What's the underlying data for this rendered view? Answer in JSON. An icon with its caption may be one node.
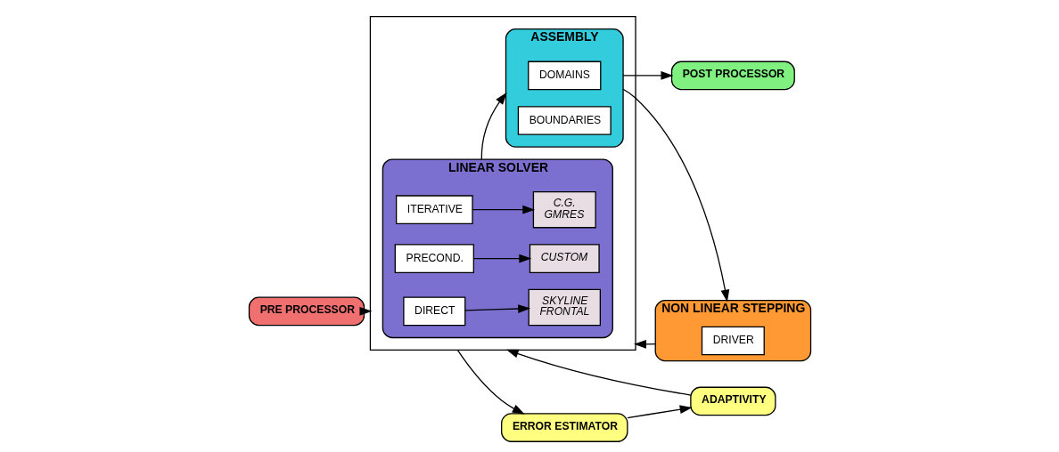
{
  "diagram": {
    "nodes": [
      {
        "text": [
          "PRE PROCESSOR"
        ]
      },
      {
        "text": [
          "ADAPTIVITY"
        ]
      },
      {
        "text": [
          "ERROR ESTIMATOR"
        ]
      },
      {
        "text": [],
        "shape": "box"
      },
      {
        "text": [
          "LINEAR SOLVER"
        ],
        "in": 3
      },
      {
        "text": [
          "DIRECT"
        ],
        "in": 4
      },
      {
        "text": [
          "ITERATIVE"
        ],
        "in": 4
      },
      {
        "text": [
          "PRECOND."
        ],
        "in": 4
      },
      {
        "text": [
          "SKYLINE",
          "FRONTAL"
        ],
        "in": 4
      },
      {
        "text": [
          "C.G.",
          "GMRES"
        ],
        "in": 4
      },
      {
        "text": [
          "CUSTOM"
        ],
        "in": 4
      },
      {
        "text": [
          "ASSEMBLY"
        ],
        "in": 3
      },
      {
        "text": [
          "DOMAINS"
        ],
        "in": 11
      },
      {
        "text": [
          "BOUNDARIES"
        ],
        "in": 11
      },
      {
        "text": [
          "POST PROCESSOR"
        ]
      },
      {
        "text": [
          "NON LINEAR STEPPING"
        ]
      },
      {
        "text": [
          "DRIVER"
        ],
        "in": 15
      }
    ],
    "edges": [
      {
        "from": 0,
        "to": 3,
        "arrow": "to"
      },
      {
        "from": 1,
        "to": 3,
        "arrow": "to"
      },
      {
        "from": 3,
        "to": 2,
        "arrow": "to"
      },
      {
        "from": 2,
        "to": 1,
        "arrow": "to"
      },
      {
        "from": 5,
        "to": 8,
        "arrow": "to"
      },
      {
        "from": 6,
        "to": 9,
        "arrow": "to"
      },
      {
        "from": 7,
        "to": 10,
        "arrow": "to"
      },
      {
        "from": 4,
        "to": 11,
        "arrow": "to"
      },
      {
        "from": 11,
        "to": 14,
        "arrow": "to"
      },
      {
        "from": 11,
        "to": 15,
        "arrow": "to"
      },
      {
        "from": 15,
        "to": 3,
        "arrow": "to"
      }
    ]
  }
}
